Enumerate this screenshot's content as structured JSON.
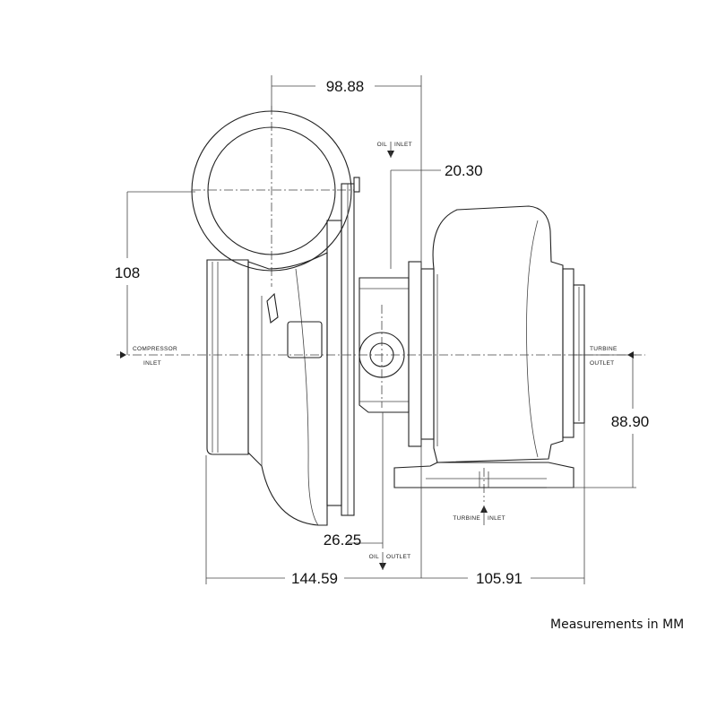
{
  "dimensions": {
    "top_width": "98.88",
    "oil_offset": "20.30",
    "height_left": "108",
    "right_height": "88.90",
    "oil_outlet_offset": "26.25",
    "bottom_left": "144.59",
    "bottom_right": "105.91"
  },
  "labels": {
    "oil_inlet": [
      "OIL",
      "INLET"
    ],
    "oil_outlet": [
      "OIL",
      "OUTLET"
    ],
    "compressor_inlet": [
      "COMPRESSOR",
      "INLET"
    ],
    "turbine_outlet": [
      "TURBINE",
      "OUTLET"
    ],
    "turbine_inlet": [
      "TURBINE",
      "INLET"
    ]
  },
  "note": "Measurements in MM"
}
